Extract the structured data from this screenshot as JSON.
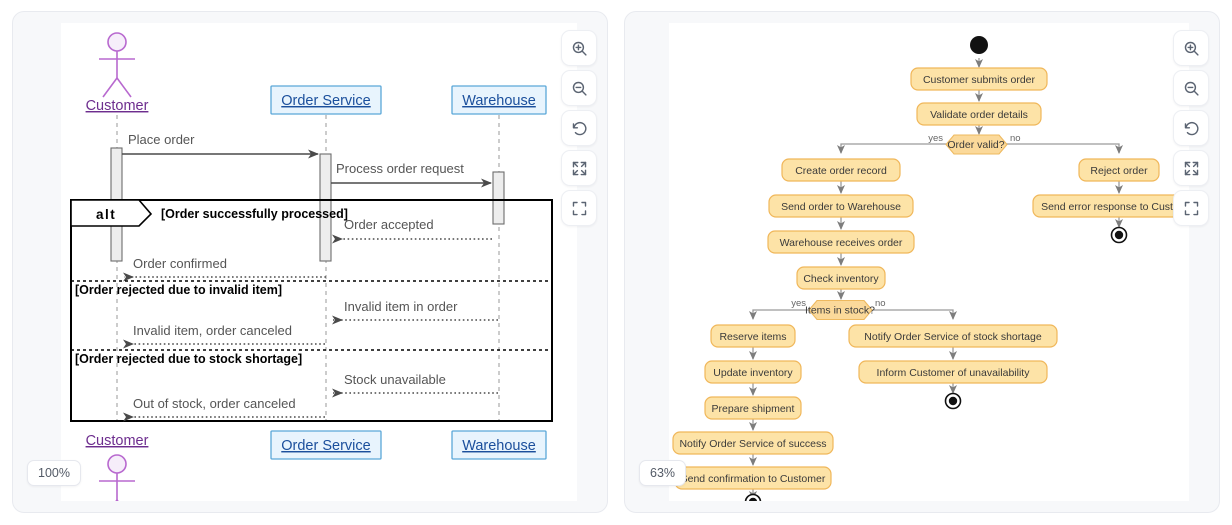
{
  "panels": [
    {
      "id": "sequence-diagram-panel",
      "kind": "sequence",
      "zoom_label": "100%",
      "toolbar": [
        {
          "name": "zoom-in-icon",
          "label": "Zoom in"
        },
        {
          "name": "zoom-out-icon",
          "label": "Zoom out"
        },
        {
          "name": "reset-view-icon",
          "label": "Reset view"
        },
        {
          "name": "fit-screen-icon",
          "label": "Fit to screen"
        },
        {
          "name": "fullscreen-icon",
          "label": "Fullscreen"
        }
      ],
      "sequence": {
        "participants": [
          {
            "name": "Customer",
            "type": "actor"
          },
          {
            "name": "Order Service",
            "type": "box"
          },
          {
            "name": "Warehouse",
            "type": "box"
          }
        ],
        "messages": [
          {
            "label": "Place order",
            "from": "Customer",
            "to": "Order Service",
            "style": "solid"
          },
          {
            "label": "Process order request",
            "from": "Order Service",
            "to": "Warehouse",
            "style": "solid"
          },
          {
            "label": "Order accepted",
            "from": "Warehouse",
            "to": "Order Service",
            "style": "dotted"
          },
          {
            "label": "Order confirmed",
            "from": "Order Service",
            "to": "Customer",
            "style": "dotted"
          },
          {
            "label": "Invalid item in order",
            "from": "Warehouse",
            "to": "Order Service",
            "style": "dotted"
          },
          {
            "label": "Invalid item, order canceled",
            "from": "Order Service",
            "to": "Customer",
            "style": "dotted"
          },
          {
            "label": "Stock unavailable",
            "from": "Warehouse",
            "to": "Order Service",
            "style": "dotted"
          },
          {
            "label": "Out of stock, order canceled",
            "from": "Order Service",
            "to": "Customer",
            "style": "dotted"
          }
        ],
        "fragment": {
          "operator": "alt",
          "guards": [
            "[Order successfully processed]",
            "[Order rejected due to invalid item]",
            "[Order rejected due to stock shortage]"
          ]
        }
      }
    },
    {
      "id": "activity-diagram-panel",
      "kind": "activity",
      "zoom_label": "63%",
      "toolbar": [
        {
          "name": "zoom-in-icon",
          "label": "Zoom in"
        },
        {
          "name": "zoom-out-icon",
          "label": "Zoom out"
        },
        {
          "name": "reset-view-icon",
          "label": "Reset view"
        },
        {
          "name": "fit-screen-icon",
          "label": "Fit to screen"
        },
        {
          "name": "fullscreen-icon",
          "label": "Fullscreen"
        }
      ],
      "activity": {
        "nodes": [
          {
            "id": "start",
            "type": "start",
            "label": ""
          },
          {
            "id": "a1",
            "type": "action",
            "label": "Customer submits order"
          },
          {
            "id": "a2",
            "type": "action",
            "label": "Validate order details"
          },
          {
            "id": "d1",
            "type": "decision",
            "label": "Order valid?"
          },
          {
            "id": "a3",
            "type": "action",
            "label": "Create order record"
          },
          {
            "id": "a4",
            "type": "action",
            "label": "Send order to Warehouse"
          },
          {
            "id": "a5",
            "type": "action",
            "label": "Warehouse receives order"
          },
          {
            "id": "a6",
            "type": "action",
            "label": "Check inventory"
          },
          {
            "id": "d2",
            "type": "decision",
            "label": "Items in stock?"
          },
          {
            "id": "a7",
            "type": "action",
            "label": "Reserve items"
          },
          {
            "id": "a8",
            "type": "action",
            "label": "Update inventory"
          },
          {
            "id": "a9",
            "type": "action",
            "label": "Prepare shipment"
          },
          {
            "id": "a10",
            "type": "action",
            "label": "Notify Order Service of success"
          },
          {
            "id": "a11",
            "type": "action",
            "label": "Send confirmation to Customer"
          },
          {
            "id": "e1",
            "type": "end",
            "label": ""
          },
          {
            "id": "b1",
            "type": "action",
            "label": "Reject order"
          },
          {
            "id": "b2",
            "type": "action",
            "label": "Send error response to Customer"
          },
          {
            "id": "e2",
            "type": "end",
            "label": ""
          },
          {
            "id": "c1",
            "type": "action",
            "label": "Notify Order Service of stock shortage"
          },
          {
            "id": "c2",
            "type": "action",
            "label": "Inform Customer of unavailability"
          },
          {
            "id": "e3",
            "type": "end",
            "label": ""
          }
        ],
        "branch_labels": {
          "d1_yes": "yes",
          "d1_no": "no",
          "d2_yes": "yes",
          "d2_no": "no"
        }
      }
    }
  ],
  "colors": {
    "actor_stroke": "#b869cf",
    "participant_fill": "#e8f4fd",
    "participant_stroke": "#5aa7d8",
    "participant_text": "#1b4f9c",
    "activation_fill": "#ededed",
    "message_text": "#555555",
    "action_fill": "#fde3a7",
    "action_stroke": "#f0b75a",
    "decision_fill": "#fbd99a",
    "flow_stroke": "#8f8f8f",
    "node_text": "#3a3a3a",
    "panel_bg": "#f7f8fa",
    "canvas_bg": "#ffffff"
  }
}
